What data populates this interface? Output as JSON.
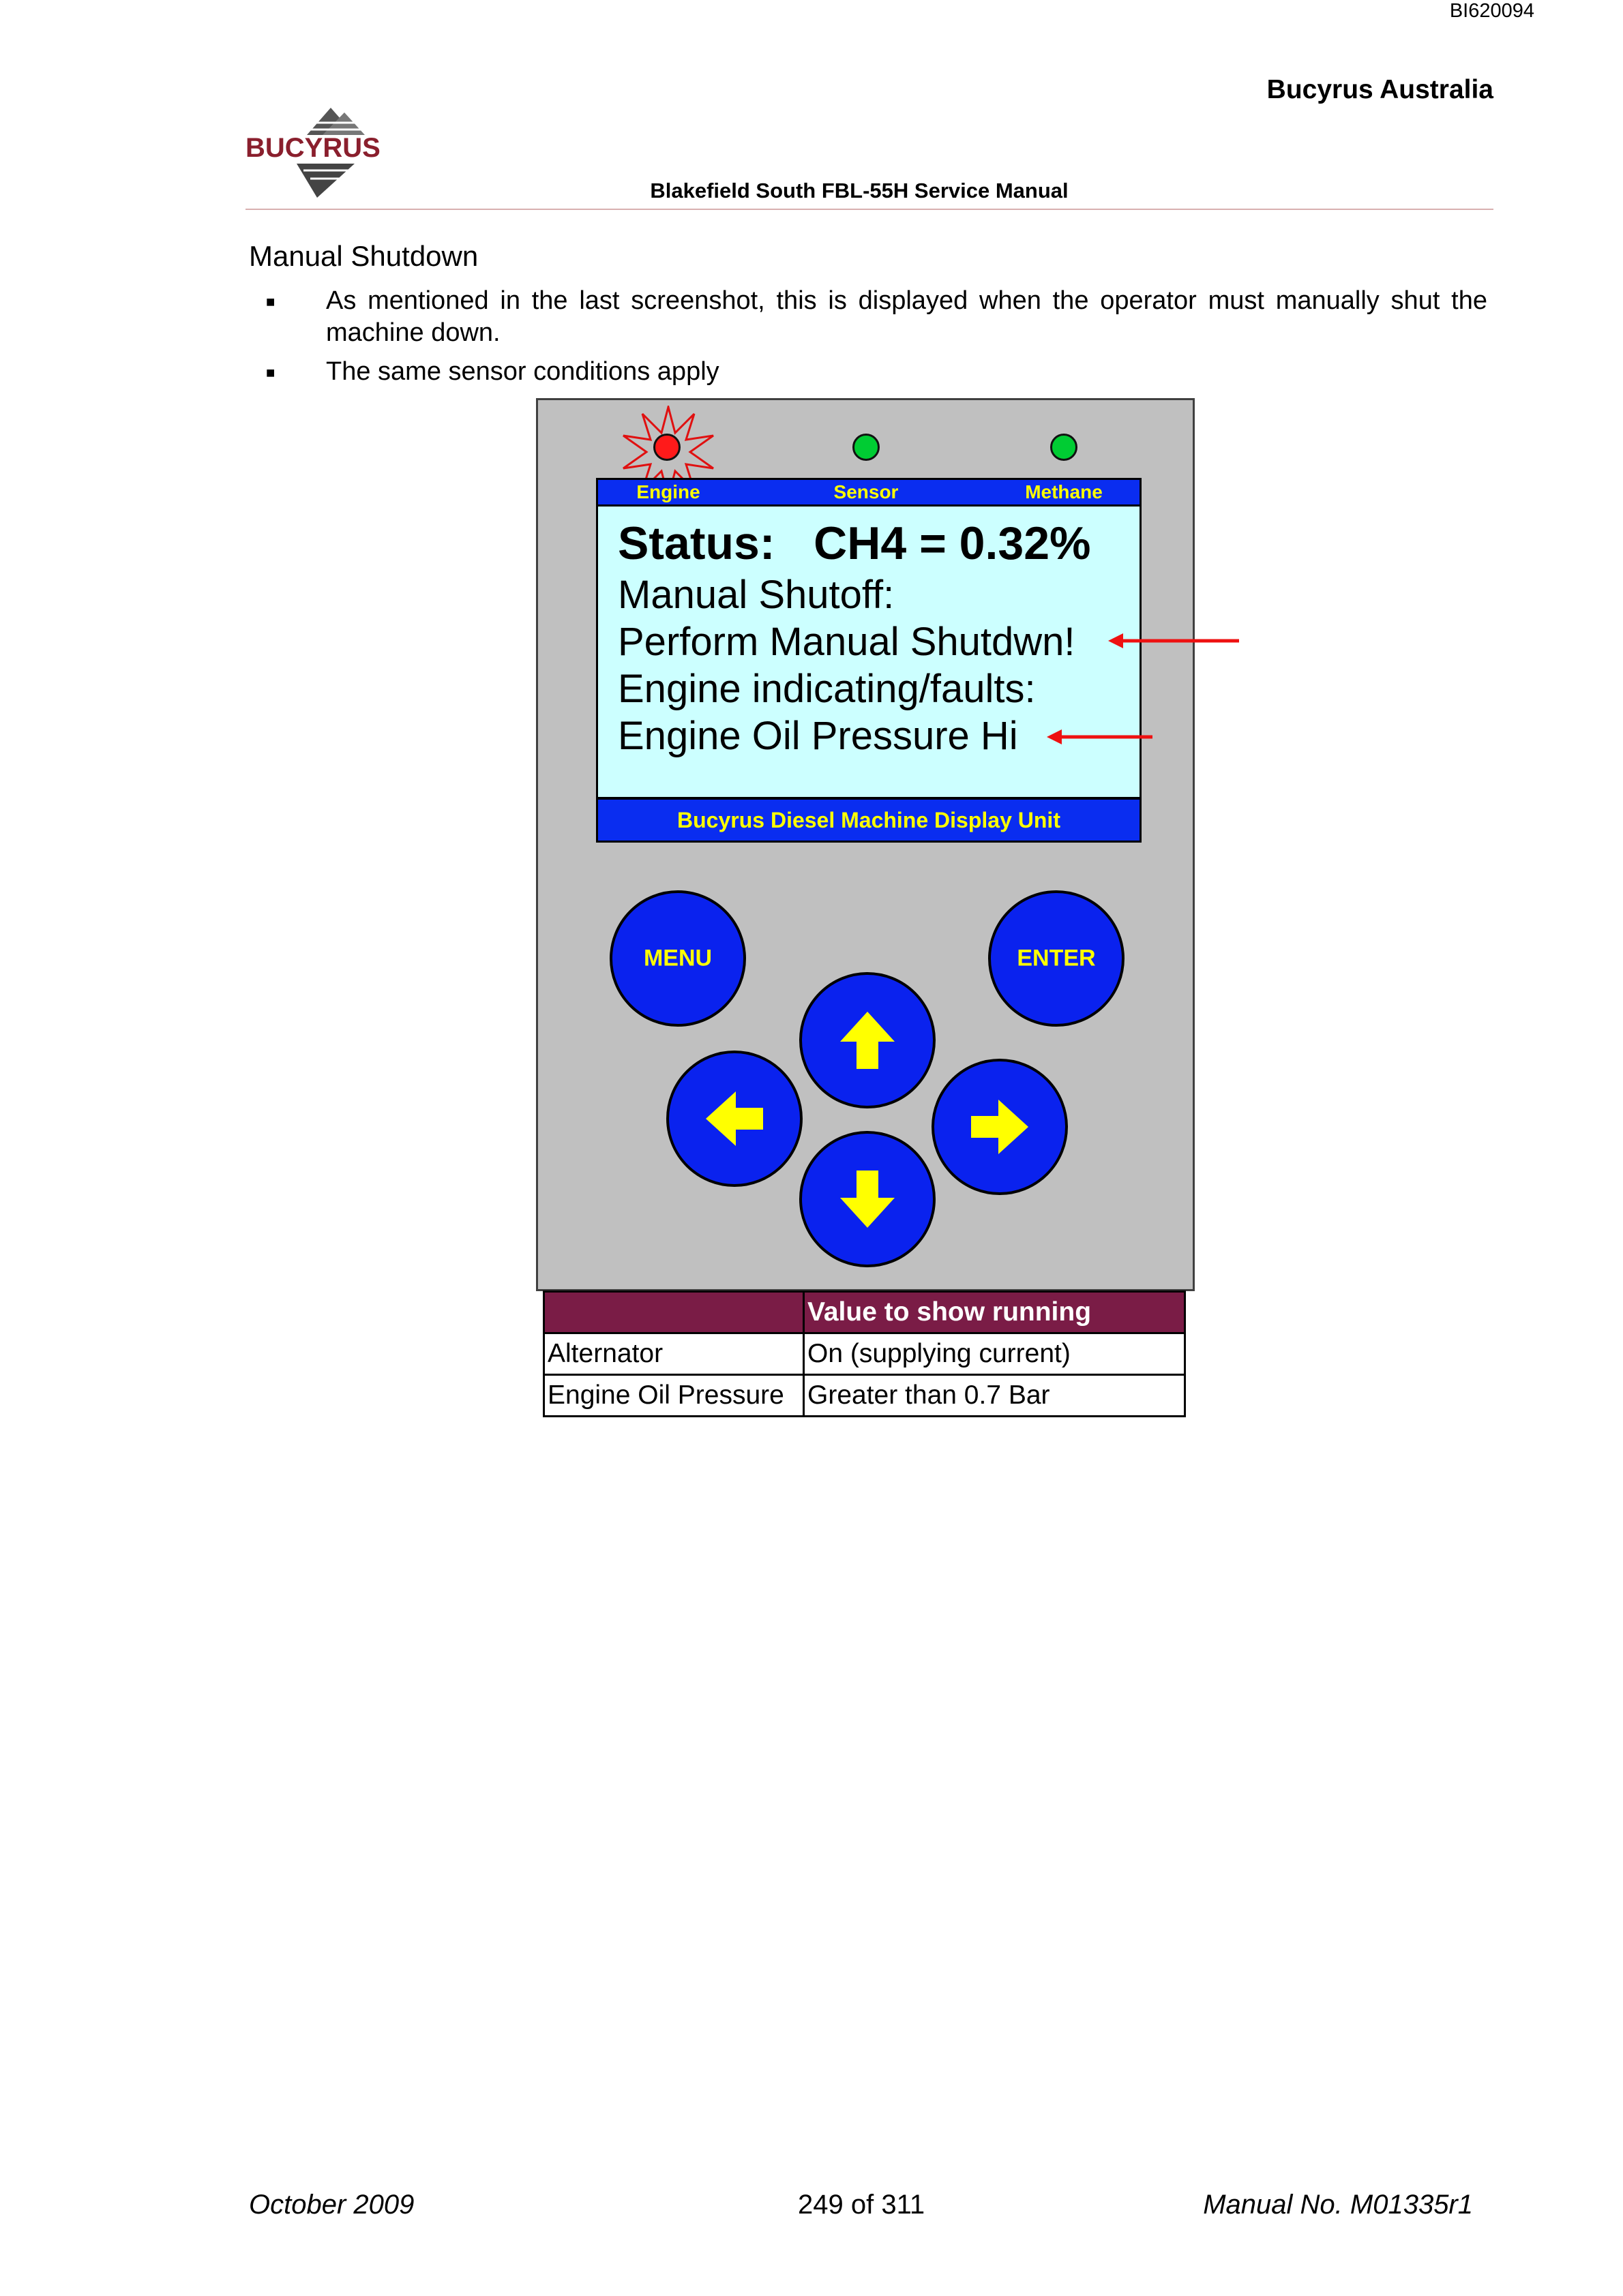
{
  "header": {
    "doc_id": "BI620094",
    "company": "Bucyrus Australia",
    "logo_text": "BUCYRUS",
    "manual_title": "Blakefield South FBL-55H Service Manual"
  },
  "section": {
    "heading": "Manual Shutdown",
    "bullets": [
      "As mentioned in the last screenshot, this is displayed when the operator must manually shut the machine down.",
      "The same sensor conditions apply"
    ]
  },
  "display": {
    "indicators": [
      {
        "label": "Engine",
        "color": "#ff1a1a"
      },
      {
        "label": "Sensor",
        "color": "#00cc33"
      },
      {
        "label": "Methane",
        "color": "#00cc33"
      }
    ],
    "lines": [
      "Status:   CH4 = 0.32%",
      "Manual Shutoff:",
      "Perform Manual Shutdwn!",
      "Engine indicating/faults:",
      "Engine Oil Pressure Hi"
    ],
    "footer_label": "Bucyrus Diesel Machine Display Unit",
    "buttons": {
      "menu": "MENU",
      "enter": "ENTER"
    },
    "colors": {
      "panel": "#c0c0c0",
      "screen": "#ccffff",
      "bar": "#0a2df0",
      "button": "#0a22ee",
      "label": "#ffff00",
      "arrow": "#ee1111"
    }
  },
  "table": {
    "headers": [
      "",
      "Value to show running"
    ],
    "rows": [
      [
        "Alternator",
        "On (supplying current)"
      ],
      [
        "Engine Oil Pressure",
        "Greater than 0.7 Bar"
      ]
    ],
    "header_color": "#7a1c46"
  },
  "footer": {
    "date": "October 2009",
    "page": "249 of 311",
    "manual_no": "Manual No. M01335r1"
  }
}
